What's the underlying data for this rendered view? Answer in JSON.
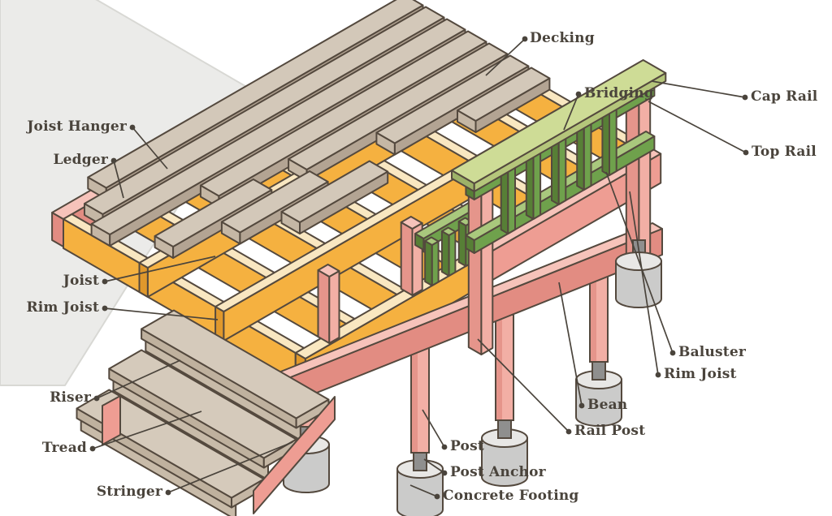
{
  "diagram": {
    "kind": "deck-construction-parts"
  },
  "labels": {
    "decking": "Decking",
    "bridging": "Bridging",
    "cap_rail": "Cap Rail",
    "top_rail": "Top Rail",
    "joist_hanger": "Joist Hanger",
    "ledger": "Ledger",
    "joist": "Joist",
    "rim_joist_left": "Rim Joist",
    "riser": "Riser",
    "tread": "Tread",
    "stringer": "Stringer",
    "baluster": "Baluster",
    "rim_joist_right": "Rim Joist",
    "bean": "Bean",
    "rail_post": "Rail Post",
    "post": "Post",
    "post_anchor": "Post Anchor",
    "concrete_footing": "Concrete Footing"
  },
  "colors": {
    "background": "#FFFFFF",
    "wall": "#EBEBE9",
    "wall_edge": "#D8D8D4",
    "outline": "#54493E",
    "joist_yellow": "#F5B140",
    "joist_yellow_dark": "#E0982C",
    "wood_top": "#F9E7C1",
    "deck_top": "#D3C8B9",
    "deck_side": "#B3A493",
    "deck_end": "#C5B7A5",
    "tread_top": "#D5CABB",
    "tread_edge": "#BFB19E",
    "riser_face": "#C8BBA9",
    "pink": "#EE9D93",
    "pink_light": "#F2AFA5",
    "pink_band": "#E5958B",
    "pink_dark": "#E28C82",
    "pink_top": "#F6C3BA",
    "beam_end": "#D87F75",
    "green": "#6FA14C",
    "green_light": "#A9C87D",
    "green_dark": "#577F36",
    "cap_top": "#CEDC96",
    "cap_front": "#B5C67B",
    "cap_end": "#9DB268",
    "concrete": "#CBCBCA",
    "concrete_top": "#E8E7E5",
    "anchor_gray": "#8F8F8E",
    "hanger_gray": "#9B9B9A",
    "label": "#4A443C"
  }
}
